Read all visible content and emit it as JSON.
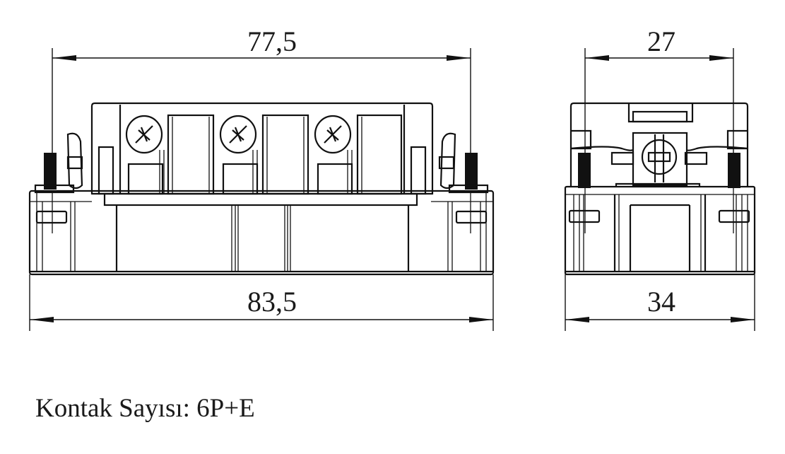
{
  "front_view": {
    "dim_top": "77,5",
    "dim_bottom": "83,5"
  },
  "side_view": {
    "dim_top": "27",
    "dim_bottom": "34"
  },
  "caption": "Kontak Sayısı: 6P+E",
  "colors": {
    "line": "#111111",
    "background": "#ffffff"
  }
}
